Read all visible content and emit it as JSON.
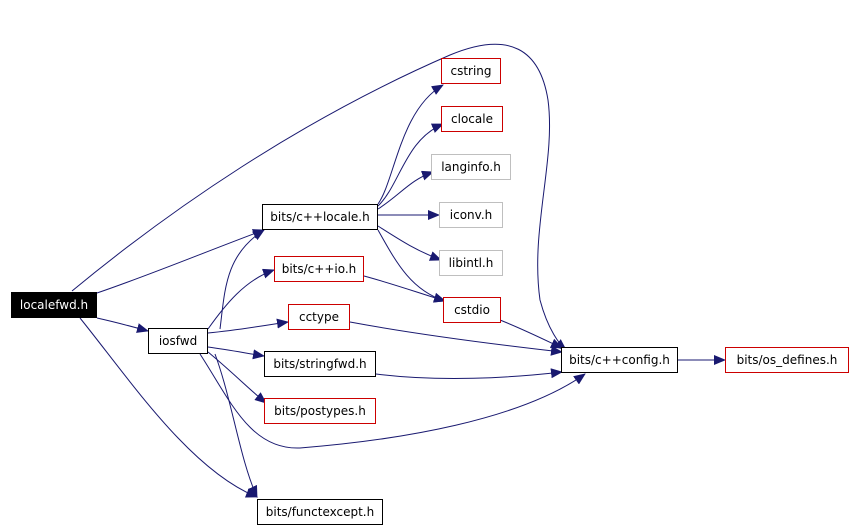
{
  "graph": {
    "nodes": {
      "localefwd": "localefwd.h",
      "iosfwd": "iosfwd",
      "cxxlocale": "bits/c++locale.h",
      "cxxio": "bits/c++io.h",
      "cctype": "cctype",
      "stringfwd": "bits/stringfwd.h",
      "postypes": "bits/postypes.h",
      "functexcept": "bits/functexcept.h",
      "cstring": "cstring",
      "clocale": "clocale",
      "langinfo": "langinfo.h",
      "iconv": "iconv.h",
      "libintl": "libintl.h",
      "cstdio": "cstdio",
      "cxxconfig": "bits/c++config.h",
      "osdefines": "bits/os_defines.h"
    },
    "edge_color": "#191970",
    "border_colors": {
      "linked": "#000000",
      "documented": "#cc0000",
      "external": "#bfbfbf"
    }
  }
}
